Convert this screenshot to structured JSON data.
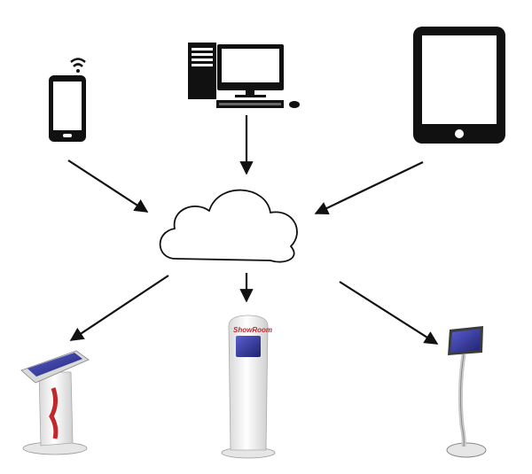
{
  "diagram": {
    "nodes": [
      {
        "id": "smartphone",
        "icon": "smartphone-icon",
        "role": "source"
      },
      {
        "id": "desktop-computer",
        "icon": "desktop-computer-icon",
        "role": "source"
      },
      {
        "id": "tablet",
        "icon": "tablet-icon",
        "role": "source"
      },
      {
        "id": "cloud",
        "icon": "cloud-icon",
        "role": "hub"
      },
      {
        "id": "podium-kiosk",
        "icon": "podium-kiosk-icon",
        "role": "target"
      },
      {
        "id": "totem-kiosk",
        "icon": "totem-kiosk-icon",
        "role": "target"
      },
      {
        "id": "stand-display",
        "icon": "stand-display-icon",
        "role": "target"
      }
    ],
    "edges": [
      {
        "from": "smartphone",
        "to": "cloud"
      },
      {
        "from": "desktop-computer",
        "to": "cloud"
      },
      {
        "from": "tablet",
        "to": "cloud"
      },
      {
        "from": "cloud",
        "to": "podium-kiosk"
      },
      {
        "from": "cloud",
        "to": "totem-kiosk"
      },
      {
        "from": "cloud",
        "to": "stand-display"
      }
    ]
  },
  "colors": {
    "stroke": "#111111",
    "device_fill": "#111111",
    "screen_blue": "#2b2f8c",
    "kiosk_body": "#f2f2f2",
    "kiosk_accent": "#c0282d"
  }
}
